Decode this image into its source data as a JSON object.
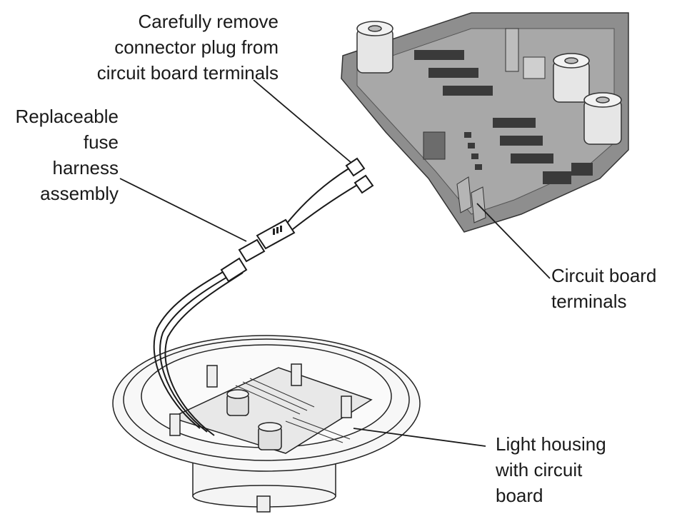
{
  "callouts": {
    "connector": [
      "Carefully remove",
      "connector plug from",
      "circuit board terminals"
    ],
    "fuse": [
      "Replaceable",
      "fuse",
      "harness",
      "assembly"
    ],
    "terminals": [
      "Circuit board",
      "terminals"
    ],
    "housing": [
      "Light housing",
      "with circuit",
      "board"
    ]
  }
}
